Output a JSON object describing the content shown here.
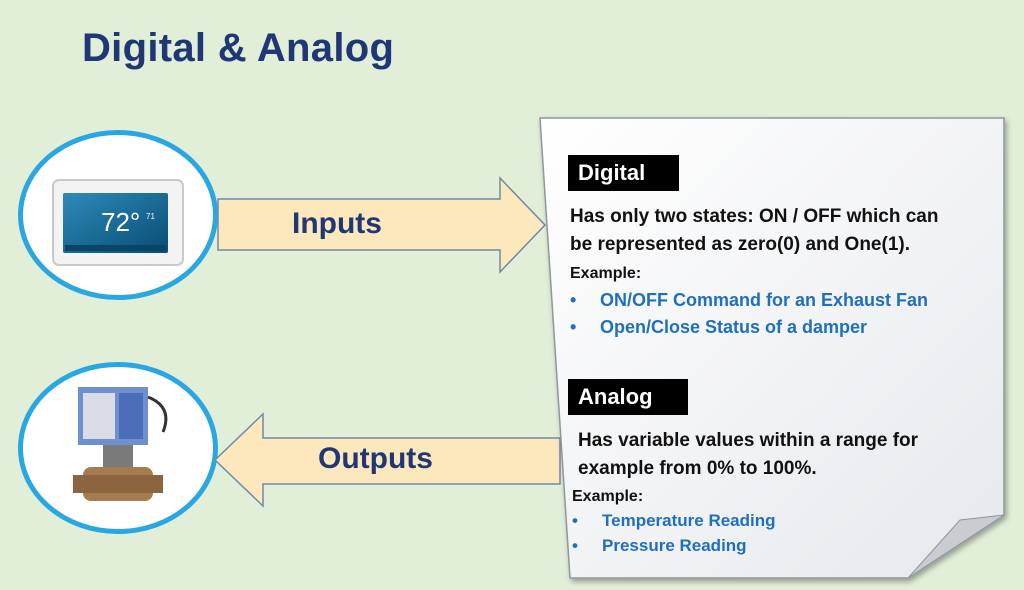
{
  "title": "Digital & Analog",
  "inputs_label": "Inputs",
  "outputs_label": "Outputs",
  "thermostat": {
    "display_temp": "72°",
    "setpoint": "71"
  },
  "digital": {
    "header": "Digital",
    "desc_line1": "Has only two states: ON / OFF which can",
    "desc_line2": "be represented as zero(0) and One(1).",
    "example_label": "Example:",
    "examples": [
      "ON/OFF Command for an Exhaust Fan",
      "Open/Close Status of a damper"
    ]
  },
  "analog": {
    "header": "Analog",
    "desc_line1": "Has variable values within a range for",
    "desc_line2": "example from 0% to 100%.",
    "example_label": "Example:",
    "examples": [
      "Temperature Reading",
      "Pressure Reading"
    ]
  },
  "colors": {
    "title": "#1f3774",
    "circle": "#2aa7e3",
    "arrow_fill": "#fce8bc",
    "bullet": "#1f6fc1",
    "background": "#e2efd8"
  }
}
